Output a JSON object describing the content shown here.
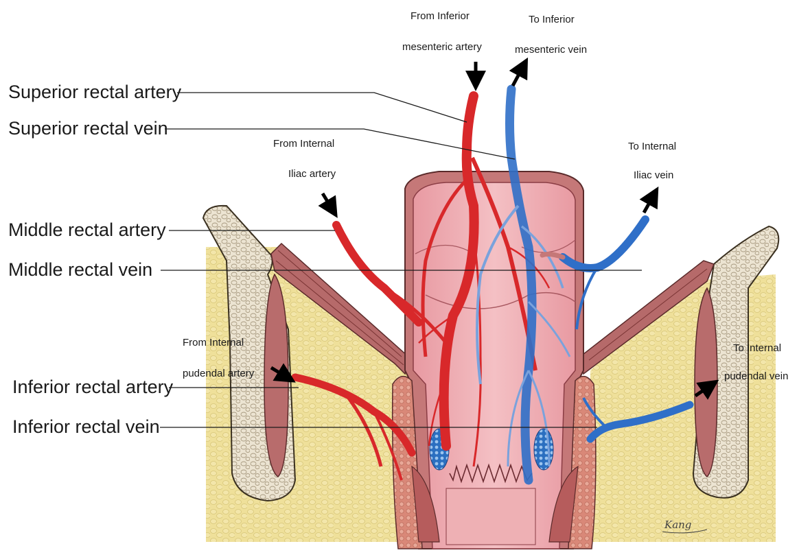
{
  "labels": {
    "superior_rectal_artery": "Superior rectal artery",
    "superior_rectal_vein": "Superior rectal vein",
    "middle_rectal_artery": "Middle rectal artery",
    "middle_rectal_vein": "Middle rectal vein",
    "inferior_rectal_artery": "Inferior rectal artery",
    "inferior_rectal_vein": "Inferior rectal vein"
  },
  "annotations": {
    "from_inferior_mesenteric_artery": [
      "From Inferior",
      "mesenteric artery"
    ],
    "to_inferior_mesenteric_vein": [
      "To Inferior",
      "mesenteric vein"
    ],
    "from_internal_iliac_artery": [
      "From Internal",
      "Iliac artery"
    ],
    "to_internal_iliac_vein": [
      "To Internal",
      "Iliac vein"
    ],
    "from_internal_pudendal_artery": [
      "From Internal",
      "pudendal artery"
    ],
    "to_internal_pudendal_vein": [
      "To Internal",
      "pudendal vein"
    ]
  },
  "signature": "Kang",
  "colors": {
    "artery": "#d8282a",
    "vein": "#2f6fc8",
    "fat": "#ecdc8c",
    "bone": "#ece4d2",
    "mucosa": "#eeaab0",
    "muscle": "#b06060"
  }
}
